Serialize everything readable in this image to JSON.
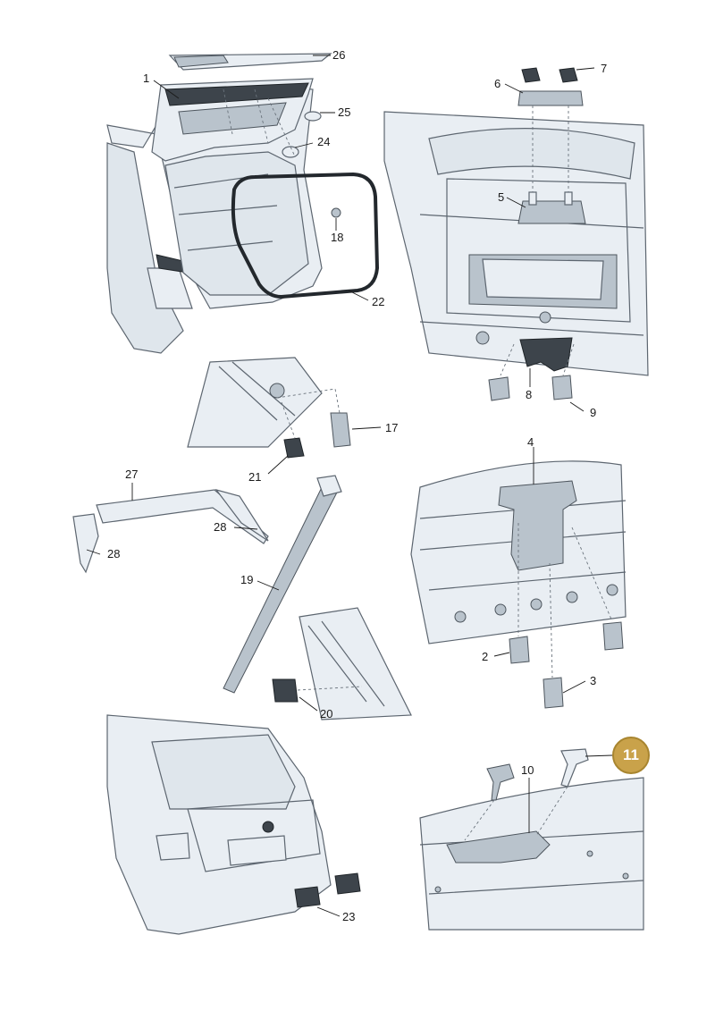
{
  "callouts": {
    "c1": "1",
    "c2": "2",
    "c3": "3",
    "c4": "4",
    "c5": "5",
    "c6": "6",
    "c7": "7",
    "c8": "8",
    "c9": "9",
    "c10": "10",
    "c11": "11",
    "c17": "17",
    "c18": "18",
    "c19": "19",
    "c20": "20",
    "c21": "21",
    "c22": "22",
    "c23": "23",
    "c24": "24",
    "c25": "25",
    "c26": "26",
    "c27": "27",
    "c28a": "28",
    "c28b": "28"
  },
  "colors": {
    "badge": "#c9a24a",
    "body_panel": "#e9eef3",
    "seal": "#23282d"
  }
}
